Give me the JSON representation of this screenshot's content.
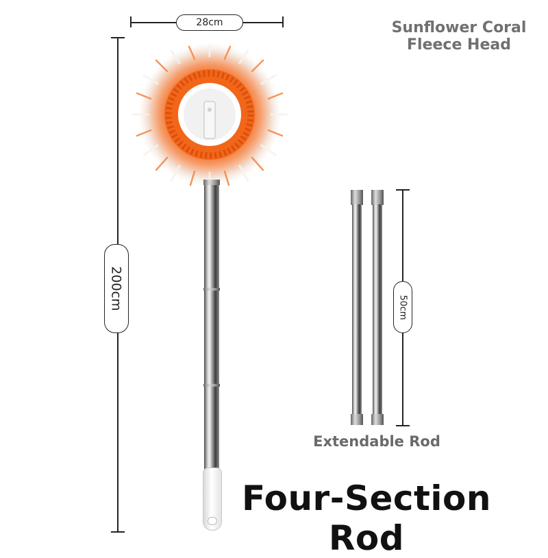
{
  "product": {
    "head_title_line1": "Sunflower Coral",
    "head_title_line2": "Fleece Head",
    "extendable_label": "Extendable Rod",
    "main_label": "Four-Section Rod"
  },
  "dimensions": {
    "width_label": "28cm",
    "height_label": "200cm",
    "section_label": "50cm"
  },
  "colors": {
    "fleece_orange": "#f26b1d",
    "fleece_white": "#f4f4f4",
    "text_gray": "#707070"
  }
}
